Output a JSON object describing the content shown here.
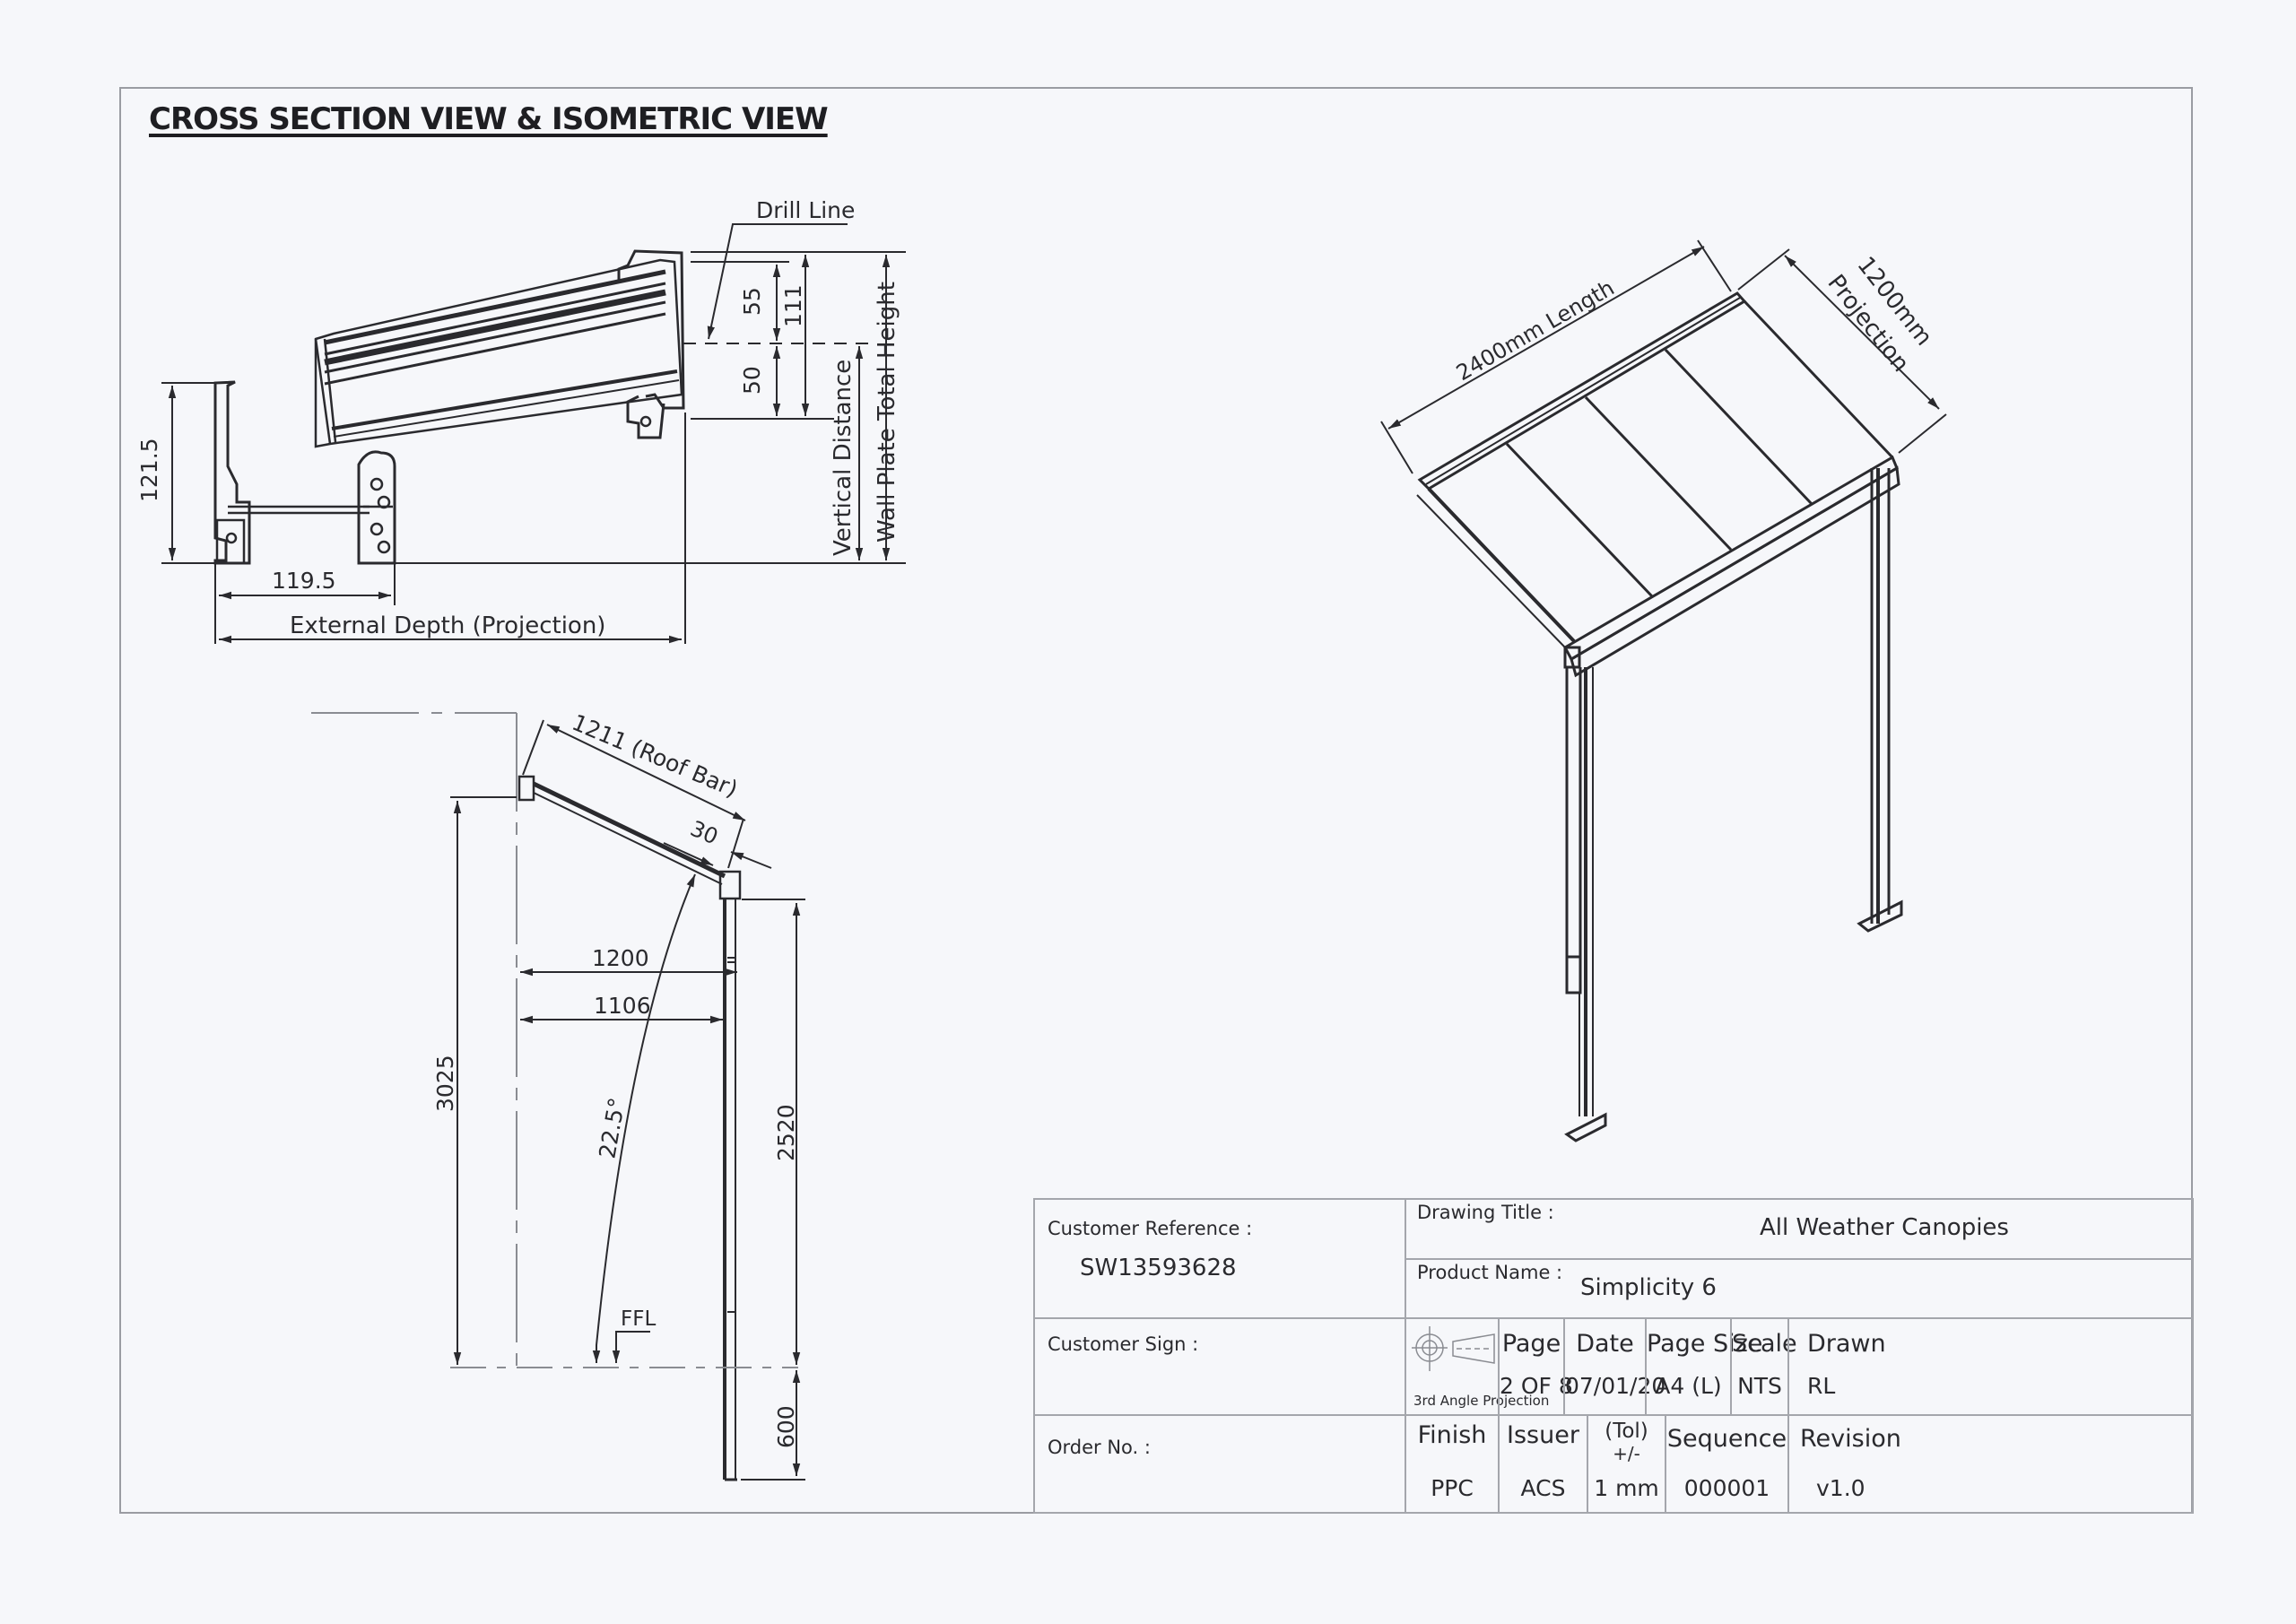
{
  "page": {
    "title": "CROSS SECTION VIEW & ISOMETRIC VIEW"
  },
  "cross_section": {
    "drill_line_label": "Drill Line",
    "dim_55": "55",
    "dim_50": "50",
    "dim_111": "111",
    "dim_121_5": "121.5",
    "dim_119_5": "119.5",
    "external_depth_label": "External Depth (Projection)",
    "vertical_distance_label": "Vertical Distance",
    "wall_plate_height_label": "Wall Plate Total Height"
  },
  "side_elevation": {
    "roof_bar_label": "1211 (Roof Bar)",
    "dim_30": "30",
    "dim_1200": "1200",
    "dim_1106": "1106",
    "dim_3025": "3025",
    "angle_label": "22.5°",
    "dim_2520": "2520",
    "dim_600": "600",
    "ffl_label": "FFL"
  },
  "isometric": {
    "length_label": "2400mm Length",
    "projection_value": "1200mm",
    "projection_label": "Projection"
  },
  "title_block": {
    "customer_reference_label": "Customer Reference :",
    "customer_reference_value": "SW13593628",
    "customer_sign_label": "Customer Sign :",
    "order_no_label": "Order No. :",
    "drawing_title_label": "Drawing Title :",
    "drawing_title_value": "All Weather Canopies",
    "product_name_label": "Product Name :",
    "product_name_value": "Simplicity 6",
    "projection_symbol_label": "3rd Angle Projection",
    "row1": [
      {
        "header": "Page",
        "value": "2 OF 8"
      },
      {
        "header": "Date",
        "value": "07/01/20"
      },
      {
        "header": "Page Size",
        "value": "A4 (L)"
      },
      {
        "header": "Scale",
        "value": "NTS"
      },
      {
        "header": "Drawn",
        "value": "RL"
      }
    ],
    "row2": [
      {
        "header": "Finish",
        "value": "PPC"
      },
      {
        "header": "Issuer",
        "value": "ACS"
      },
      {
        "header": "(Tol)",
        "header2": "+/-",
        "value": "1 mm"
      },
      {
        "header": "Sequence",
        "value": "000001"
      },
      {
        "header": "Revision",
        "value": "v1.0"
      }
    ]
  }
}
